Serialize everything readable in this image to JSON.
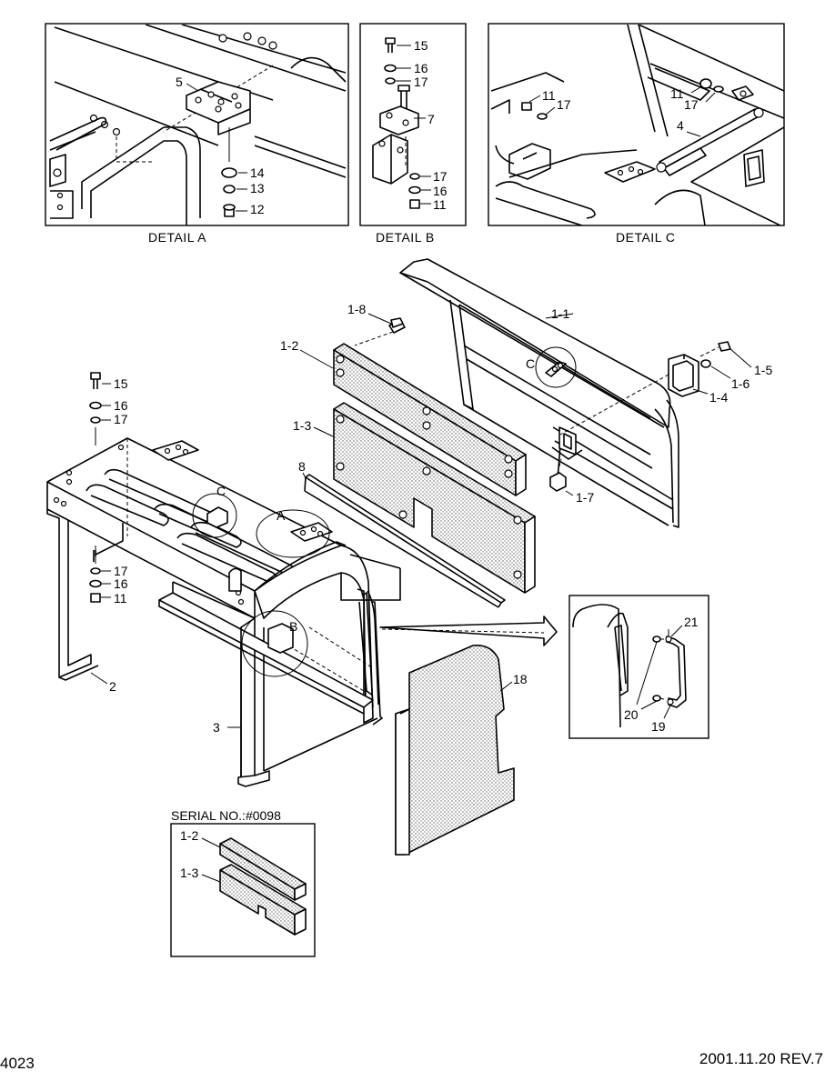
{
  "details": {
    "a": {
      "caption": "DETAIL  A",
      "labels": [
        "5",
        "14",
        "13",
        "12"
      ]
    },
    "b": {
      "caption": "DETAIL  B",
      "labels": [
        "15",
        "16",
        "17",
        "7",
        "17",
        "16",
        "11"
      ]
    },
    "c": {
      "caption": "DETAIL  C",
      "labels": [
        "11",
        "17",
        "11",
        "17",
        "4"
      ]
    }
  },
  "main_labels": {
    "p1_8": "1-8",
    "p1_1": "1-1",
    "p1_2": "1-2",
    "p1_3": "1-3",
    "p8": "8",
    "p1_5": "1-5",
    "p1_6": "1-6",
    "p1_4": "1-4",
    "p1_7": "1-7",
    "c_marker": "C",
    "c_marker2": "C",
    "a_marker": "A",
    "b_marker": "B",
    "p15": "15",
    "p16a": "16",
    "p17a": "17",
    "p17b": "17",
    "p16b": "16",
    "p11": "11",
    "p2": "2",
    "p3": "3",
    "p18": "18",
    "p21": "21",
    "p20": "20",
    "p19": "19"
  },
  "serial_box": {
    "title": "SERIAL NO.:#0098",
    "label_a": "1-2",
    "label_b": "1-3"
  },
  "footer": {
    "page_number": "4023",
    "revision": "2001.11.20 REV.7"
  }
}
